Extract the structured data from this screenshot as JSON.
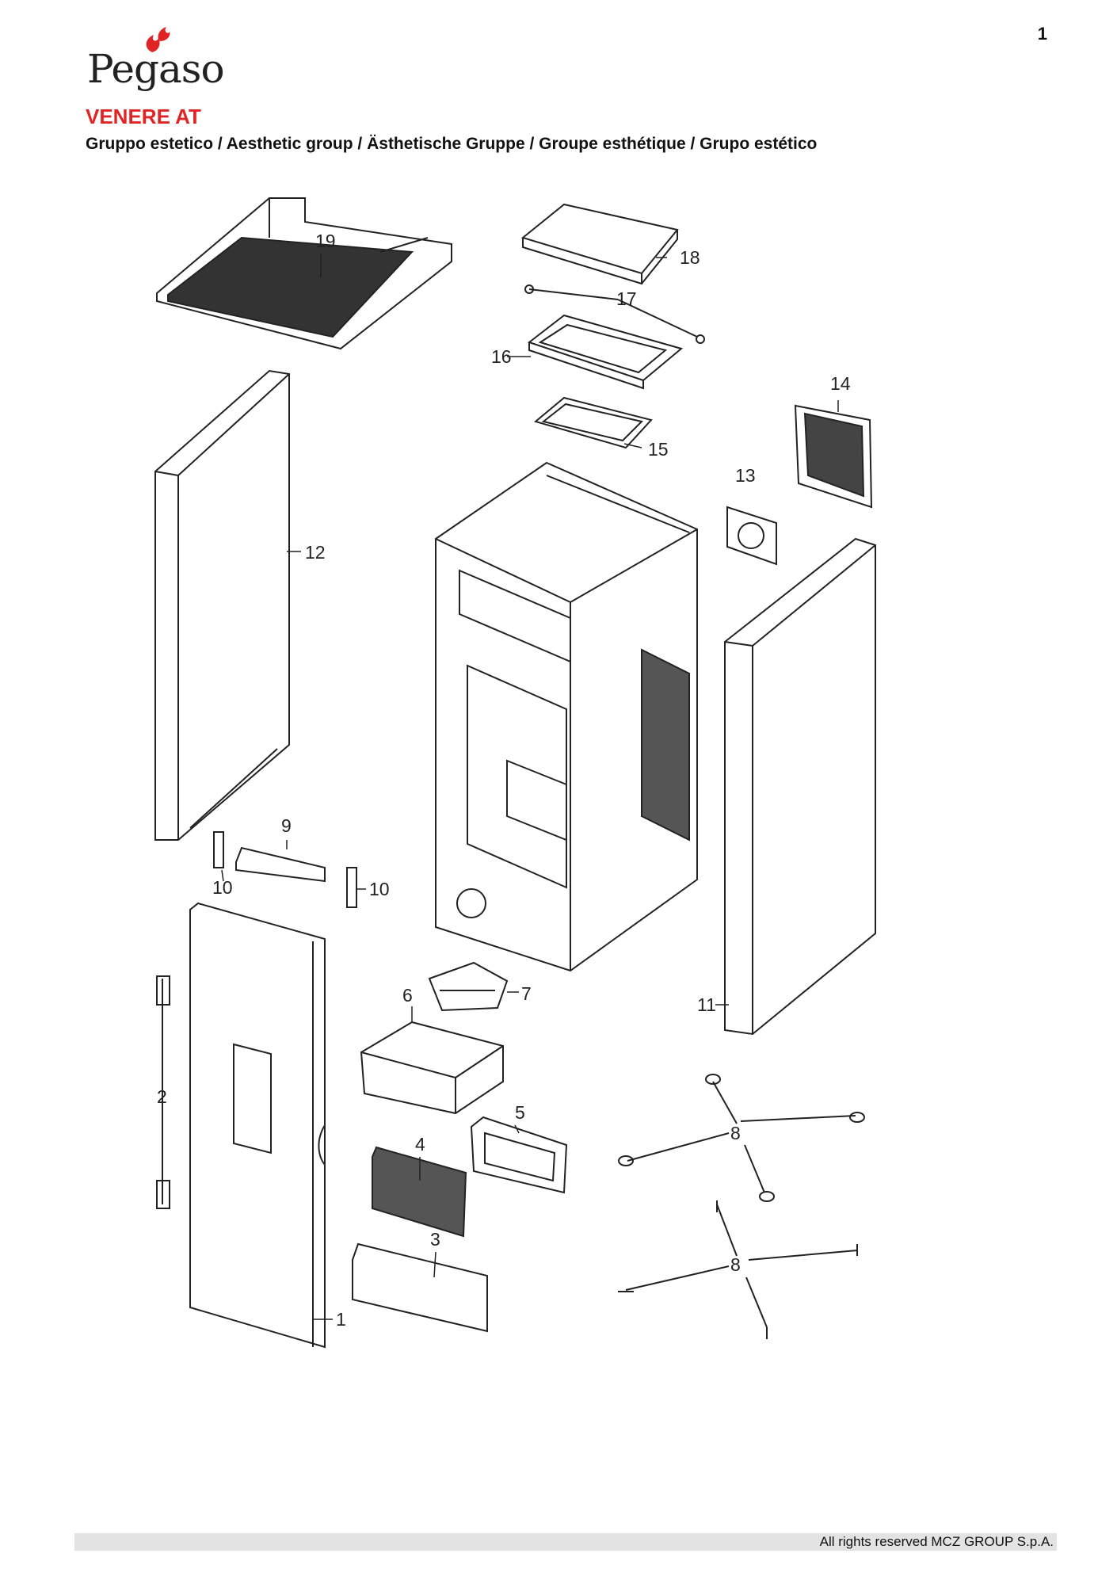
{
  "page_number": "1",
  "brand": {
    "name": "Pegaso",
    "flame_color": "#e02424"
  },
  "model": "VENERE AT",
  "subtitle": "Gruppo estetico / Aesthetic group / Ästhetische Gruppe / Groupe esthétique / Grupo estético",
  "callouts": [
    "19",
    "18",
    "17",
    "16",
    "15",
    "14",
    "13",
    "12",
    "11",
    "10",
    "10",
    "9",
    "8",
    "8",
    "7",
    "6",
    "5",
    "4",
    "3",
    "2",
    "1"
  ],
  "footer": "All rights reserved MCZ GROUP S.p.A.",
  "colors": {
    "accent": "#e02424",
    "line": "#222222",
    "footer_bar": "#e3e3e3"
  }
}
